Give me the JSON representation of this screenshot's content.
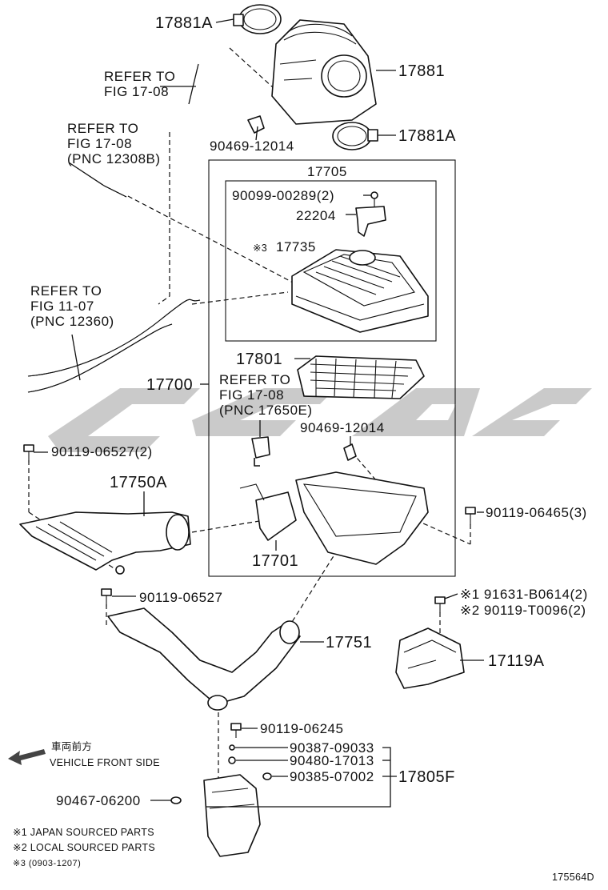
{
  "labels": {
    "p17881A_top": "17881A",
    "p17881": "17881",
    "p17881A_bot": "17881A",
    "p90469_top": "90469-12014",
    "p17705": "17705",
    "p90099": "90099-00289(2)",
    "p22204": "22204",
    "p17735_mark": "※3",
    "p17735": "17735",
    "p17801": "17801",
    "p17700": "17700",
    "p90469_mid": "90469-12014",
    "p90119_06527_2": "90119-06527(2)",
    "p17750A": "17750A",
    "p90119_06465": "90119-06465(3)",
    "p17701": "17701",
    "p90119_06527": "90119-06527",
    "p91631": "※1 91631-B0614(2)",
    "p90119_T0096": "※2 90119-T0096(2)",
    "p17751": "17751",
    "p17119A": "17119A",
    "p90119_06245": "90119-06245",
    "p90387": "90387-09033",
    "p90480": "90480-17013",
    "p90385": "90385-07002",
    "p17805F": "17805F",
    "p90467": "90467-06200"
  },
  "refers": {
    "r1": [
      "REFER TO",
      "FIG 17-08"
    ],
    "r2": [
      "REFER TO",
      "FIG 17-08",
      "(PNC 12308B)"
    ],
    "r3": [
      "REFER TO",
      "FIG 11-07",
      "(PNC 12360)"
    ],
    "r4": [
      "REFER TO",
      "FIG 17-08",
      "(PNC 17650E)"
    ]
  },
  "front": {
    "jp": "車両前方",
    "en": "VEHICLE FRONT SIDE"
  },
  "notes": [
    "※1 JAPAN SOURCED PARTS",
    "※2 LOCAL SOURCED PARTS",
    "※3 (0903-1207)"
  ],
  "figure_id": "175564D"
}
